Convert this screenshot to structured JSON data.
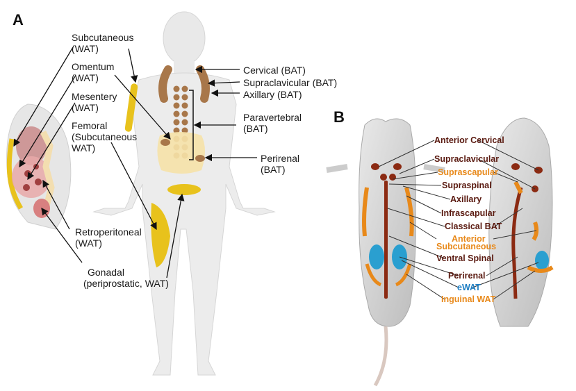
{
  "panels": {
    "a": "A",
    "b": "B"
  },
  "human_labels": {
    "subcutaneous": [
      "Subcutaneous",
      "(WAT)"
    ],
    "omentum": [
      "Omentum",
      "(WAT)"
    ],
    "mesentery": [
      "Mesentery",
      "(WAT)"
    ],
    "femoral": [
      "Femoral",
      "(Subcutaneous",
      "WAT)"
    ],
    "retroperitoneal": [
      "Retroperitoneal",
      "(WAT)"
    ],
    "gonadal": [
      "Gonadal",
      "(periprostatic, WAT)"
    ],
    "cervical": [
      "Cervical (BAT)"
    ],
    "supraclavicular": [
      "Supraclavicular (BAT)"
    ],
    "axillary": [
      "Axillary (BAT)"
    ],
    "paravertebral": [
      "Paravertebral",
      "(BAT)"
    ],
    "perirenal": [
      "Perirenal",
      "(BAT)"
    ]
  },
  "mouse_labels": [
    {
      "text": "Anterior Cervical",
      "color": "#5a1a10"
    },
    {
      "text": "Supraclavicular",
      "color": "#5a1a10"
    },
    {
      "text": "Suprascapular",
      "color": "#e8891a"
    },
    {
      "text": "Supraspinal",
      "color": "#5a1a10"
    },
    {
      "text": "Axillary",
      "color": "#5a1a10"
    },
    {
      "text": "Infrascapular",
      "color": "#5a1a10"
    },
    {
      "text": "Classical BAT",
      "color": "#5a1a10"
    },
    {
      "text": "Anterior",
      "color": "#e8891a"
    },
    {
      "text": "Subcutaneous",
      "color": "#e8891a"
    },
    {
      "text": "Ventral Spinal",
      "color": "#5a1a10"
    },
    {
      "text": "Perirenal",
      "color": "#5a1a10"
    },
    {
      "text": "eWAT",
      "color": "#1f7fc4"
    },
    {
      "text": "Inguinal WAT",
      "color": "#e8891a"
    }
  ],
  "colors": {
    "bat": "#a8774a",
    "wat": "#e8c21c",
    "mouse_bat": "#8b2a12",
    "mouse_ewat": "#2a9fd0",
    "mouse_wat": "#e8891a"
  }
}
